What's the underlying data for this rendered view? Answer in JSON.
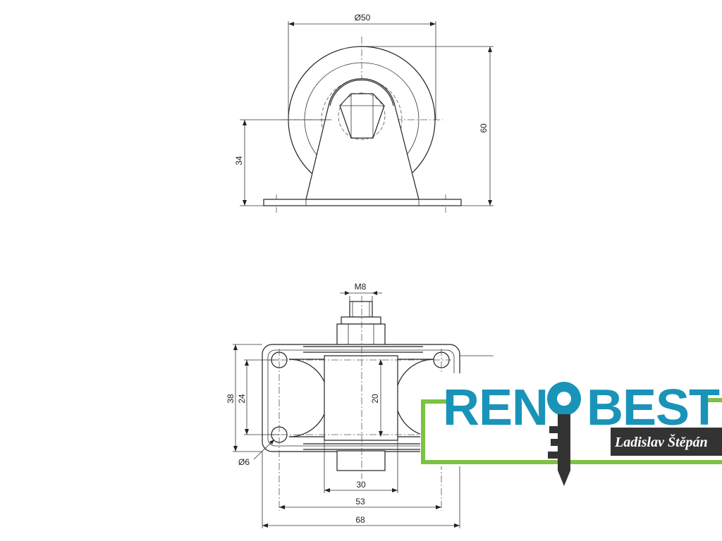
{
  "dimensions": {
    "top_diameter": "Ø50",
    "height_total": "60",
    "axle_height": "34",
    "thread": "M8",
    "outer_width": "38",
    "inner_width": "24",
    "hub_width": "20",
    "hole_diameter": "Ø6",
    "wheel_span": "30",
    "hole_spacing": "53",
    "base_length": "68"
  },
  "logo": {
    "brand_left": "REN",
    "brand_right": "BEST",
    "owner": "Ladislav Štěpán",
    "colors": {
      "blue": "#1a93b8",
      "green": "#7dc242",
      "dark": "#333333"
    }
  }
}
